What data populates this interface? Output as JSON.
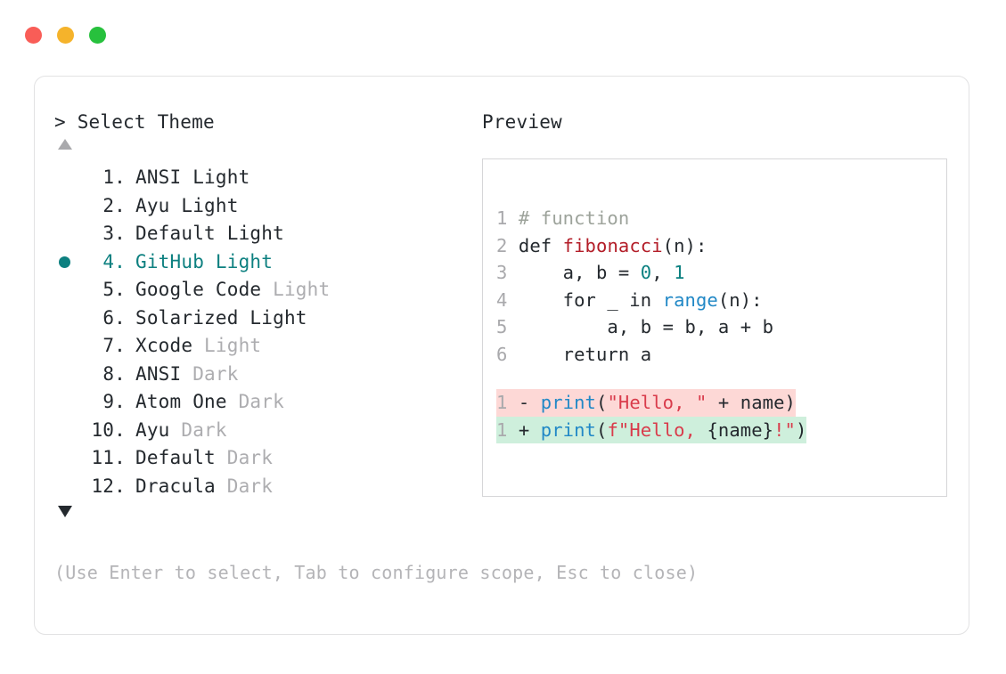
{
  "window": {
    "traffic_lights": [
      {
        "name": "close",
        "color": "#F95D57"
      },
      {
        "name": "minimize",
        "color": "#F5B32B"
      },
      {
        "name": "maximize",
        "color": "#27C13D"
      }
    ]
  },
  "prompt": {
    "caret": ">",
    "title": "Select Theme"
  },
  "scroll": {
    "up_indicator": "▲",
    "down_indicator": "▼"
  },
  "selection": {
    "selected_index": 4,
    "bullet": "●",
    "accent_color": "#0D8080"
  },
  "themes": [
    {
      "index": "1.",
      "name": "ANSI",
      "suffix": "Light",
      "suffix_muted": false,
      "selected": false
    },
    {
      "index": "2.",
      "name": "Ayu",
      "suffix": "Light",
      "suffix_muted": false,
      "selected": false
    },
    {
      "index": "3.",
      "name": "Default",
      "suffix": "Light",
      "suffix_muted": false,
      "selected": false
    },
    {
      "index": "4.",
      "name": "GitHub",
      "suffix": "Light",
      "suffix_muted": false,
      "selected": true
    },
    {
      "index": "5.",
      "name": "Google Code",
      "suffix": "Light",
      "suffix_muted": true,
      "selected": false
    },
    {
      "index": "6.",
      "name": "Solarized",
      "suffix": "Light",
      "suffix_muted": false,
      "selected": false
    },
    {
      "index": "7.",
      "name": "Xcode",
      "suffix": "Light",
      "suffix_muted": true,
      "selected": false
    },
    {
      "index": "8.",
      "name": "ANSI",
      "suffix": "Dark",
      "suffix_muted": true,
      "selected": false
    },
    {
      "index": "9.",
      "name": "Atom One",
      "suffix": "Dark",
      "suffix_muted": true,
      "selected": false
    },
    {
      "index": "10.",
      "name": "Ayu",
      "suffix": "Dark",
      "suffix_muted": true,
      "selected": false
    },
    {
      "index": "11.",
      "name": "Default",
      "suffix": "Dark",
      "suffix_muted": true,
      "selected": false
    },
    {
      "index": "12.",
      "name": "Dracula",
      "suffix": "Dark",
      "suffix_muted": true,
      "selected": false
    }
  ],
  "hint": "(Use Enter to select, Tab to configure scope, Esc to close)",
  "preview": {
    "label": "Preview",
    "code_lines": [
      {
        "num": "1",
        "tokens": [
          {
            "t": "# function",
            "c": "comment"
          }
        ]
      },
      {
        "num": "2",
        "tokens": [
          {
            "t": "def ",
            "c": "kw"
          },
          {
            "t": "fibonacci",
            "c": "fn"
          },
          {
            "t": "(n):",
            "c": "plain"
          }
        ]
      },
      {
        "num": "3",
        "tokens": [
          {
            "t": "    a, b = ",
            "c": "plain"
          },
          {
            "t": "0",
            "c": "num"
          },
          {
            "t": ", ",
            "c": "plain"
          },
          {
            "t": "1",
            "c": "num"
          }
        ]
      },
      {
        "num": "4",
        "tokens": [
          {
            "t": "    for _ in ",
            "c": "plain"
          },
          {
            "t": "range",
            "c": "builtin"
          },
          {
            "t": "(n):",
            "c": "plain"
          }
        ]
      },
      {
        "num": "5",
        "tokens": [
          {
            "t": "        a, b = b, a + b",
            "c": "plain"
          }
        ]
      },
      {
        "num": "6",
        "tokens": [
          {
            "t": "    return a",
            "c": "plain"
          }
        ]
      }
    ],
    "diff_lines": [
      {
        "num": "1",
        "sign": "-",
        "kind": "deletion",
        "bg": "#FDD8D6",
        "tokens": [
          {
            "t": "print",
            "c": "builtin"
          },
          {
            "t": "(",
            "c": "plain"
          },
          {
            "t": "\"Hello, \"",
            "c": "str"
          },
          {
            "t": " + name)",
            "c": "plain"
          }
        ]
      },
      {
        "num": "1",
        "sign": "+",
        "kind": "addition",
        "bg": "#CEEFDC",
        "tokens": [
          {
            "t": "print",
            "c": "builtin"
          },
          {
            "t": "(",
            "c": "plain"
          },
          {
            "t": "f\"Hello, ",
            "c": "str"
          },
          {
            "t": "{name}",
            "c": "plain"
          },
          {
            "t": "!\"",
            "c": "str"
          },
          {
            "t": ")",
            "c": "plain"
          }
        ]
      }
    ]
  }
}
